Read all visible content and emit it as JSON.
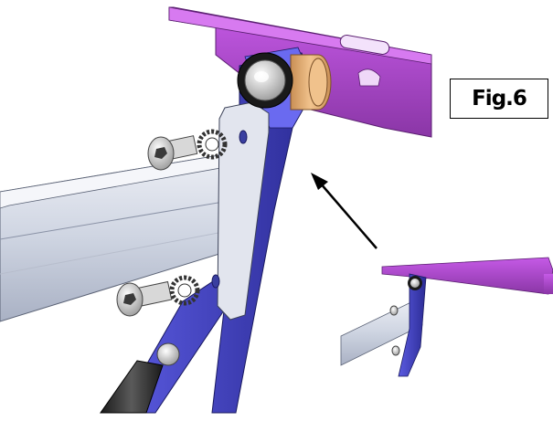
{
  "figure": {
    "label": "Fig.6"
  },
  "colors": {
    "bracket_purple": "#b04ad0",
    "bracket_purple_dark": "#7a2d92",
    "arm_blue": "#4646c8",
    "arm_blue_dark": "#26268a",
    "tube_grey": "#d6dbe6",
    "plate_light": "#d9dde8",
    "spacer_tan": "#e8b37a",
    "bolt_grey": "#cfcfcf",
    "handle_dark": "#2b2b2b",
    "arrow": "#000000"
  },
  "icons": [
    "socket-cap-bolt",
    "lock-washer",
    "pivot-bolt",
    "spacer",
    "arrow"
  ]
}
